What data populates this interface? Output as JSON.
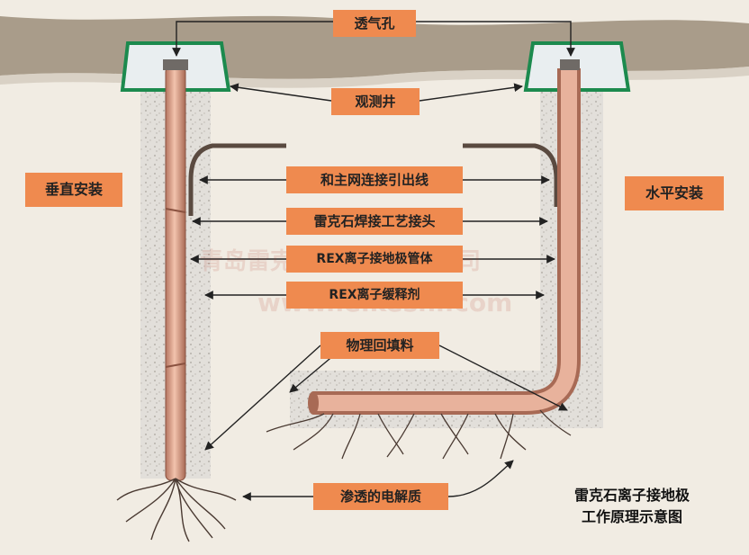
{
  "labels": {
    "vent_hole": "透气孔",
    "inspection_well": "观测井",
    "lead_wire": "和主网连接引出线",
    "weld_joint": "雷克石焊接工艺接头",
    "rex_rod": "REX离子接地极管体",
    "rex_release": "REX离子缓释剂",
    "backfill": "物理回填料",
    "electrolyte": "渗透的电解质"
  },
  "sides": {
    "vertical": "垂直安装",
    "horizontal": "水平安装"
  },
  "caption": {
    "line1": "雷克石离子接地极",
    "line2": "工作原理示意图"
  },
  "watermark": {
    "company": "青岛雷克石电技术有限公司",
    "url": "www.leikeshi.com"
  },
  "colors": {
    "label_bg": "#ef8a4f",
    "soil": "#f1ece3",
    "ground_band": "#a99c8a",
    "backfill": "#dedbd6",
    "pipe": "#d39a82",
    "well_cap": "#1c8a4e"
  }
}
